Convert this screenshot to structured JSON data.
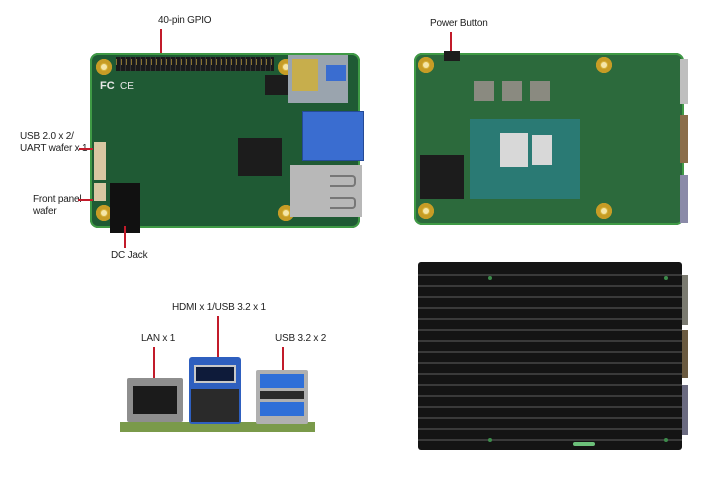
{
  "top_left_view": {
    "labels": {
      "gpio": "40-pin GPIO",
      "usb_uart_line1": "USB 2.0 x 2/",
      "usb_uart_line2": "UART wafer x 1",
      "front_panel_line1": "Front panel",
      "front_panel_line2": "wafer",
      "dc_jack": "DC Jack"
    },
    "board_markings": {
      "fcc": "FC",
      "ce": "CE"
    }
  },
  "top_right_view": {
    "labels": {
      "power_button": "Power Button"
    }
  },
  "bottom_left_view": {
    "labels": {
      "hdmi_usb": "HDMI x 1/USB 3.2 x 1",
      "lan": "LAN x 1",
      "usb32": "USB 3.2 x 2"
    }
  },
  "bottom_right_view": {
    "description": "heatsink"
  },
  "colors": {
    "leader_line": "#c21b2a",
    "pcb_green": "#1f5a34",
    "usb3_blue": "#2f5fbf",
    "heatsink": "#141414"
  }
}
